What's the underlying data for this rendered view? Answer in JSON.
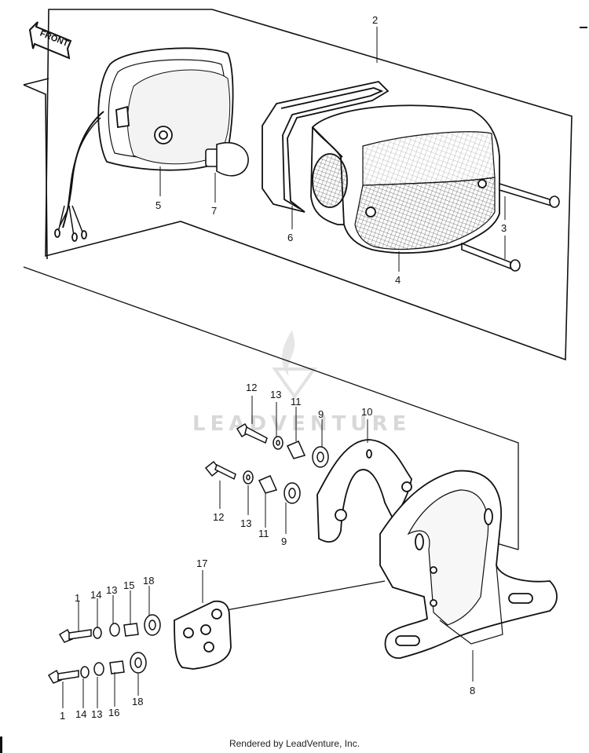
{
  "diagram": {
    "front_marker": "FRONT",
    "watermark": "LEADVENTURE",
    "footer": "Rendered by LeadVenture, Inc.",
    "callouts": {
      "c2": "2",
      "c3": "3",
      "c4": "4",
      "c5": "5",
      "c6": "6",
      "c7": "7",
      "c12a": "12",
      "c13a": "13",
      "c11a": "11",
      "c9a": "9",
      "c10": "10",
      "c12b": "12",
      "c13b": "13",
      "c11b": "11",
      "c9b": "9",
      "c17": "17",
      "c8": "8",
      "c1a": "1",
      "c14a": "14",
      "c13c": "13",
      "c15": "15",
      "c18a": "18",
      "c1b": "1",
      "c14b": "14",
      "c13d": "13",
      "c16": "16",
      "c18b": "18"
    }
  }
}
